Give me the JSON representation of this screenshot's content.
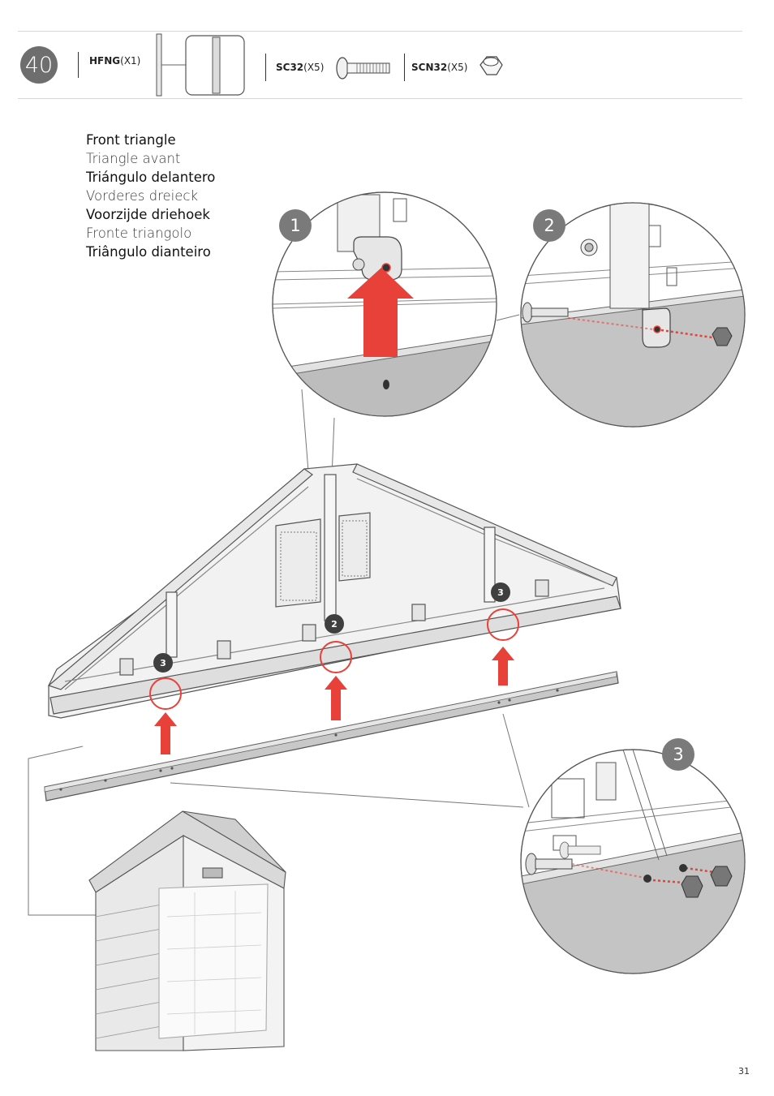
{
  "step": {
    "number": "40"
  },
  "parts": [
    {
      "code": "HFNG",
      "qty": "(X1)",
      "icon": "hfng-profile-icon"
    },
    {
      "code": "SC32",
      "qty": "(X5)",
      "icon": "screw-icon"
    },
    {
      "code": "SCN32",
      "qty": "(X5)",
      "icon": "nut-icon"
    }
  ],
  "titles": [
    "Front triangle",
    "Triangle avant",
    "Triángulo delantero",
    "Vorderes dreieck",
    "Voorzijde driehoek",
    "Fronte triangolo",
    "Triângulo dianteiro"
  ],
  "details": [
    {
      "label": "1"
    },
    {
      "label": "2"
    },
    {
      "label": "3"
    }
  ],
  "callouts": [
    {
      "label": "3"
    },
    {
      "label": "2"
    },
    {
      "label": "3"
    }
  ],
  "colors": {
    "arrow": "#e8413a",
    "badge": "#6e6e6e",
    "bar": "#c8c8c8"
  },
  "page": {
    "number": "31"
  }
}
